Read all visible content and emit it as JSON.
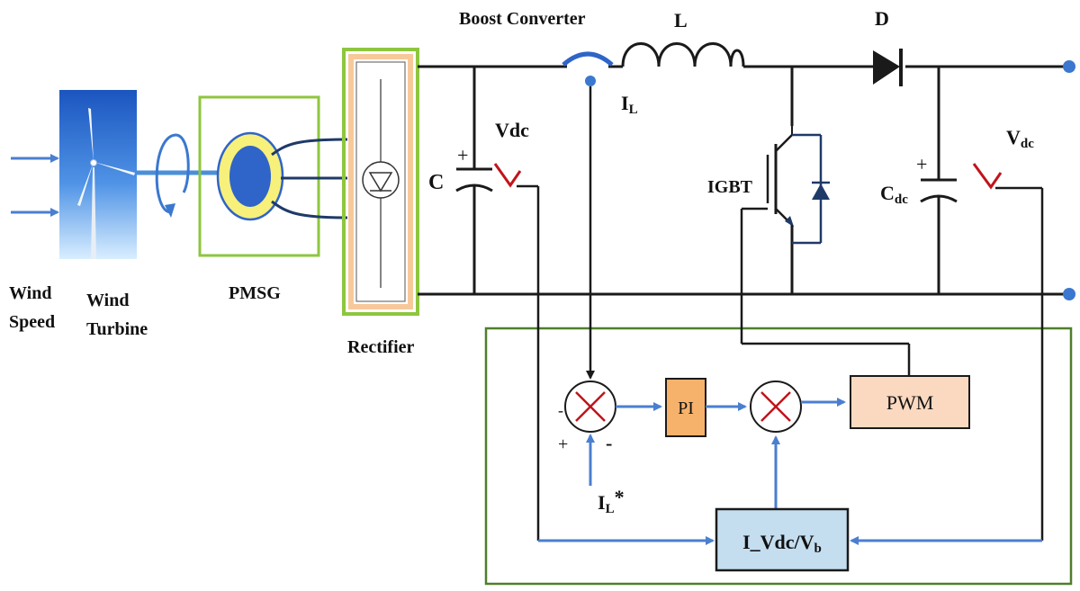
{
  "labels": {
    "boost_converter": "Boost Converter",
    "inductor": "L",
    "diode": "D",
    "inductor_current": "I",
    "inductor_current_sub": "L",
    "vdc_left": "Vdc",
    "capacitor_left": "C",
    "igbt": "IGBT",
    "vdc_right": "V",
    "vdc_right_sub": "dc",
    "cdc": "C",
    "cdc_sub": "dc",
    "wind_speed_1": "Wind",
    "wind_speed_2": "Speed",
    "wind_turbine_1": "Wind",
    "wind_turbine_2": "Turbine",
    "pmsg": "PMSG",
    "rectifier": "Rectifier",
    "pi_block": "PI",
    "pwm_block": "PWM",
    "ref_current": "I",
    "ref_current_sub": "L",
    "ref_current_star": "*",
    "vdc_block": "I_Vdc/V",
    "vdc_block_sub": "b",
    "sum1_plus": "+",
    "sum1_minus": "-",
    "sum1_left": "-",
    "cap_plus": "+"
  },
  "colors": {
    "wire": "#1a1a1a",
    "signal": "#4a7fd0",
    "frame_green": "#4f7f2a",
    "box_green": "#8ec63f",
    "rectifier_fill": "#f7c99a",
    "pi_fill": "#f6b26b",
    "pwm_fill": "#fbd9c0",
    "vdc_block_fill": "#c4def0",
    "sensor_red": "#c0141b",
    "generator_yellow": "#f7f07a",
    "generator_blue": "#2f64c8",
    "sky_top": "#1a56c0",
    "sky_bottom": "#d6ecff"
  }
}
